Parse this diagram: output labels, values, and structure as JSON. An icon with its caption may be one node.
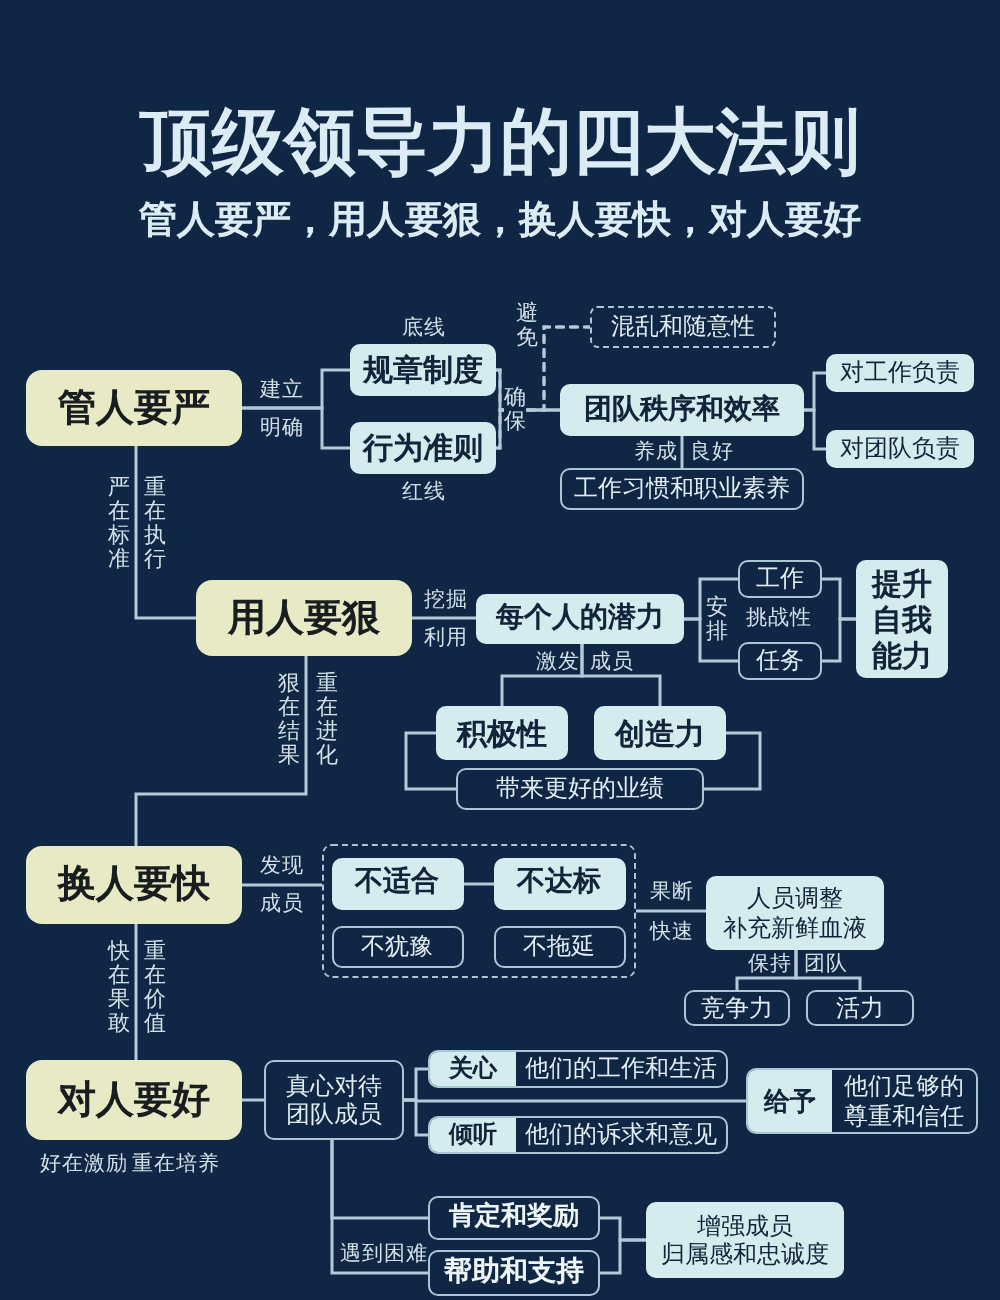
{
  "diagram": {
    "title": "顶级领导力的四大法则",
    "nodes": [
      {
        "text": [
          "管人要严"
        ]
      },
      {
        "text": [
          "规章制度"
        ],
        "beside": [
          "底线"
        ]
      },
      {
        "text": [
          "行为准则"
        ],
        "beside": [
          "红线"
        ]
      },
      {
        "text": [
          "混乱和随意性"
        ]
      },
      {
        "text": [
          "团队秩序和效率"
        ]
      },
      {
        "text": [
          "对工作负责"
        ]
      },
      {
        "text": [
          "对团队负责"
        ]
      },
      {
        "text": [
          "工作习惯和职业素养"
        ]
      },
      {
        "text": [
          "用人要狠"
        ]
      },
      {
        "text": [
          "每个人的潜力"
        ]
      },
      {
        "text": [
          "工作"
        ]
      },
      {
        "text": [
          "任务"
        ]
      },
      {
        "text": [
          "提升自我能力"
        ]
      },
      {
        "text": [
          "积极性"
        ]
      },
      {
        "text": [
          "创造力"
        ]
      },
      {
        "text": [
          "带来更好的业绩"
        ]
      },
      {
        "text": [
          "换人要快"
        ]
      },
      {
        "text": [],
        "shape": "box"
      },
      {
        "text": [
          "不适合"
        ],
        "in": 17
      },
      {
        "text": [
          "不达标"
        ],
        "in": 17
      },
      {
        "text": [
          "不犹豫"
        ],
        "in": 17
      },
      {
        "text": [
          "不拖延"
        ],
        "in": 17
      },
      {
        "text": [
          "人员调整",
          "补充新鲜血液"
        ]
      },
      {
        "text": [
          "竞争力"
        ]
      },
      {
        "text": [
          "活力"
        ]
      },
      {
        "text": [
          "对人要好"
        ],
        "beside": [
          "好在激励",
          "重在培养"
        ]
      },
      {
        "text": [
          "真心对待团队成员"
        ]
      },
      {
        "text": [
          "关心",
          "他们的工作和生活"
        ]
      },
      {
        "text": [
          "倾听",
          "他们的诉求和意见"
        ]
      },
      {
        "text": [
          "给予",
          "他们足够的尊重和信任"
        ]
      },
      {
        "text": [
          "肯定和奖励"
        ]
      },
      {
        "text": [
          "帮助和支持"
        ]
      },
      {
        "text": [
          "增强成员",
          "归属感和忠诚度"
        ]
      }
    ],
    "edges": [
      {
        "from": 0,
        "to": 1,
        "arrow": "none"
      },
      {
        "from": 0,
        "to": 2,
        "arrow": "none"
      },
      {
        "from": 1,
        "to": 4,
        "arrow": "none"
      },
      {
        "from": 2,
        "to": 4,
        "arrow": "none"
      },
      {
        "from": 1,
        "to": 3,
        "arrow": "none",
        "style": "dashed"
      },
      {
        "from": 2,
        "to": 3,
        "arrow": "none",
        "style": "dashed"
      },
      {
        "from": 4,
        "to": 5,
        "arrow": "none"
      },
      {
        "from": 4,
        "to": 6,
        "arrow": "none"
      },
      {
        "from": 4,
        "to": 7,
        "arrow": "none"
      },
      {
        "from": 0,
        "to": 8,
        "arrow": "none"
      },
      {
        "from": 8,
        "to": 9,
        "arrow": "none"
      },
      {
        "from": 9,
        "to": 10,
        "arrow": "none"
      },
      {
        "from": 9,
        "to": 11,
        "arrow": "none"
      },
      {
        "from": 10,
        "to": 12,
        "arrow": "none"
      },
      {
        "from": 11,
        "to": 12,
        "arrow": "none"
      },
      {
        "from": 9,
        "to": 13,
        "arrow": "none"
      },
      {
        "from": 9,
        "to": 14,
        "arrow": "none"
      },
      {
        "from": 13,
        "to": 15,
        "arrow": "none"
      },
      {
        "from": 14,
        "to": 15,
        "arrow": "none"
      },
      {
        "from": 8,
        "to": 16,
        "arrow": "none"
      },
      {
        "from": 16,
        "to": 17,
        "arrow": "none"
      },
      {
        "from": 18,
        "to": 19,
        "arrow": "none"
      },
      {
        "from": 17,
        "to": 22,
        "arrow": "none"
      },
      {
        "from": 22,
        "to": 23,
        "arrow": "none"
      },
      {
        "from": 22,
        "to": 24,
        "arrow": "none"
      },
      {
        "from": 16,
        "to": 25,
        "arrow": "none"
      },
      {
        "from": 25,
        "to": 26,
        "arrow": "none"
      },
      {
        "from": 26,
        "to": 27,
        "arrow": "none"
      },
      {
        "from": 26,
        "to": 28,
        "arrow": "none"
      },
      {
        "from": 26,
        "to": 29,
        "arrow": "none"
      },
      {
        "from": 26,
        "to": 30,
        "arrow": "none"
      },
      {
        "from": 26,
        "to": 31,
        "arrow": "none",
        "label": "遇到困难"
      },
      {
        "from": 30,
        "to": 32,
        "arrow": "none"
      },
      {
        "from": 31,
        "to": 32,
        "arrow": "none"
      }
    ],
    "labels": [
      "管人要严，用人要狠，换人要快，对人要好",
      "避免",
      "建立",
      "确保",
      "明确",
      "养成",
      "良好",
      "严在标准",
      "重在执行",
      "挖掘",
      "安排",
      "挑战性",
      "利用",
      "激发",
      "成员",
      "狠在结果",
      "重在进化",
      "发现",
      "果断",
      "成员",
      "快速",
      "快在果敢",
      "重在价值",
      "保持",
      "团队"
    ]
  }
}
